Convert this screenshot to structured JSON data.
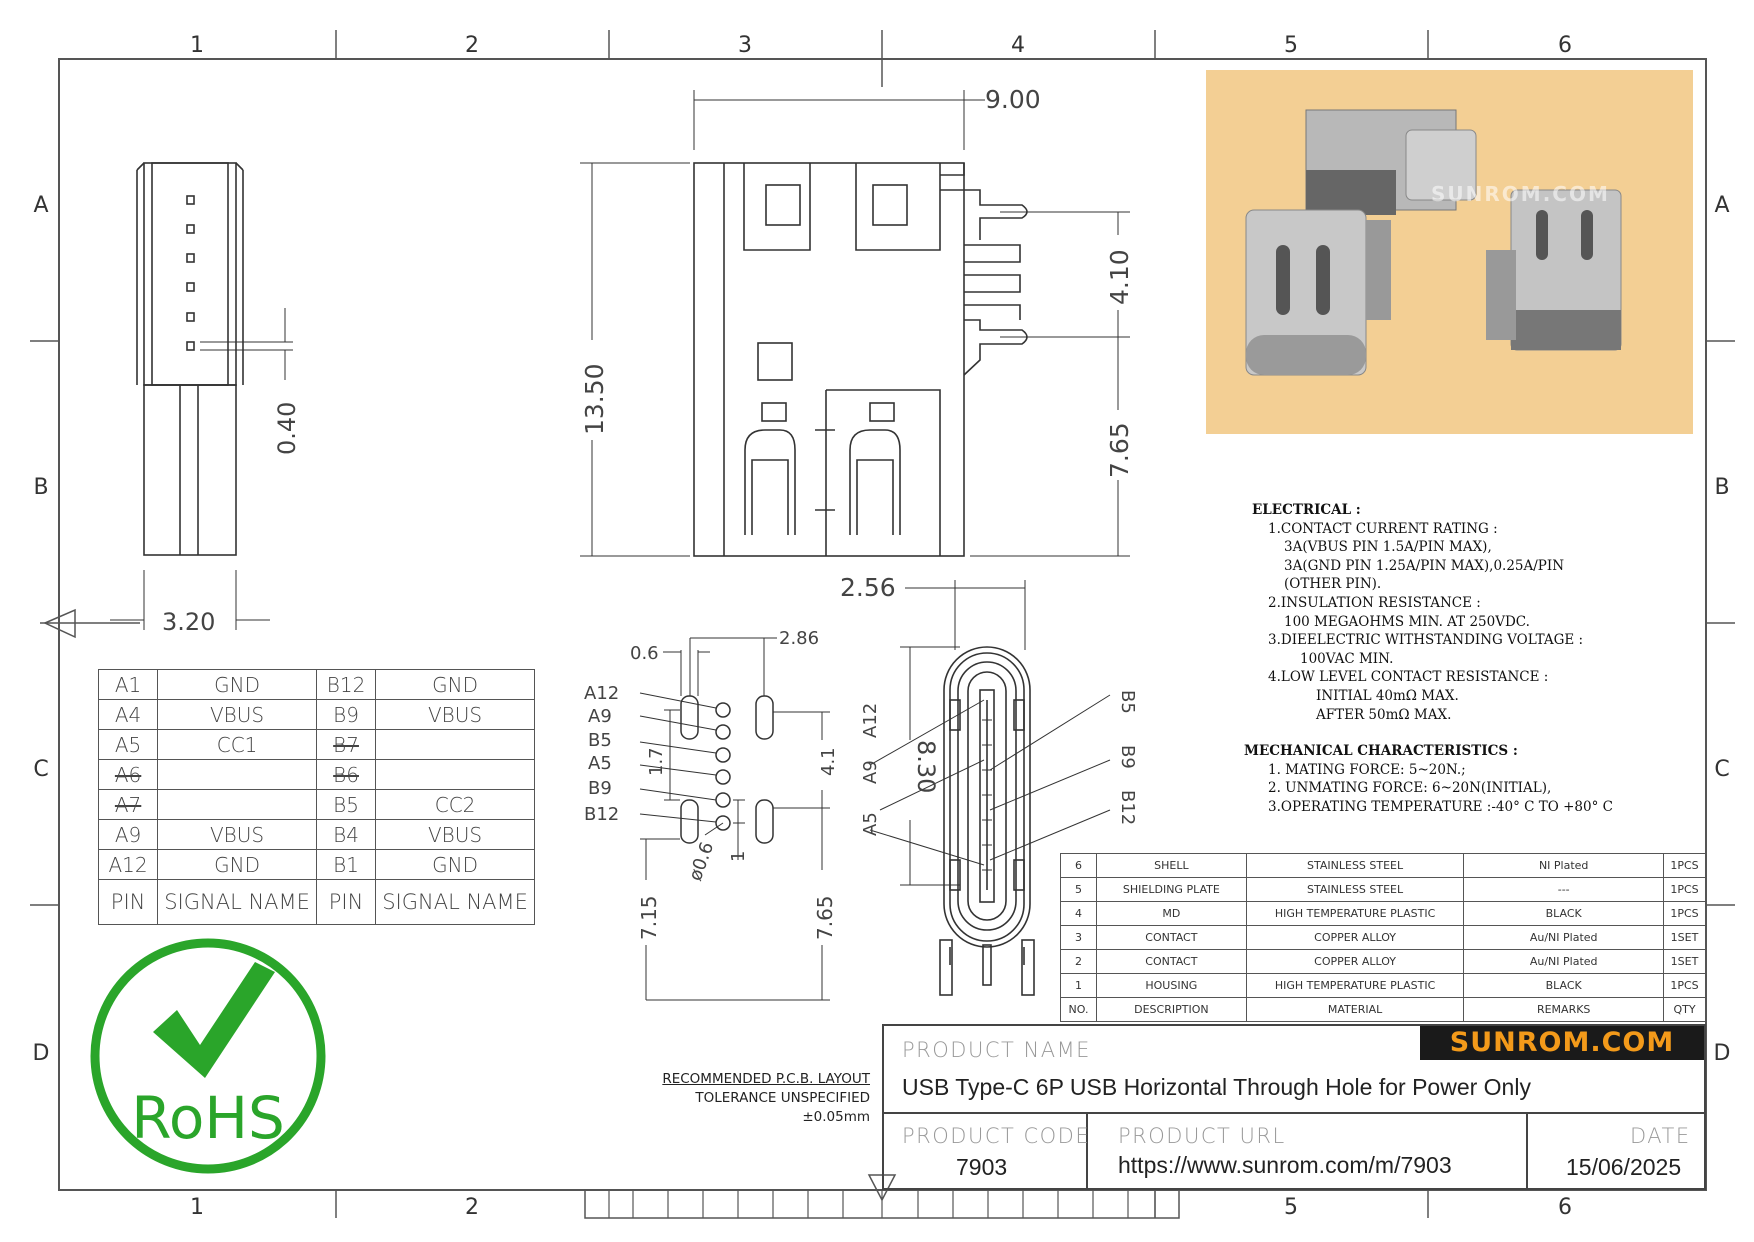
{
  "grid": {
    "columns": [
      "1",
      "2",
      "3",
      "4",
      "5",
      "6"
    ],
    "rows": [
      "A",
      "B",
      "C",
      "D"
    ]
  },
  "dimensions": {
    "side_width": "3.20",
    "side_pitch": "0.40",
    "top_width": "9.00",
    "height_total": "13.50",
    "pin_span": "4.10",
    "lower_height": "7.65",
    "front_width": "2.56",
    "front_height": "8.30",
    "pcb_pad_width": "0.6",
    "pcb_offset": "2.86",
    "pcb_pitch": "1.7",
    "pcb_span": "4.1",
    "pcb_hole": "ø0.6",
    "pcb_one": "1",
    "pcb_left_depth": "7.15",
    "pcb_right_depth": "7.65"
  },
  "pcb_labels": [
    "A12",
    "A9",
    "B5",
    "A5",
    "B9",
    "B12"
  ],
  "front_labels_left": [
    "A12",
    "A9",
    "A5"
  ],
  "front_labels_right": [
    "B5",
    "B9",
    "B12"
  ],
  "pin_table": {
    "rows": [
      {
        "p1": "A1",
        "s1": "GND",
        "p2": "B12",
        "s2": "GND",
        "x1": false,
        "x2": false
      },
      {
        "p1": "A4",
        "s1": "VBUS",
        "p2": "B9",
        "s2": "VBUS",
        "x1": false,
        "x2": false
      },
      {
        "p1": "A5",
        "s1": "CC1",
        "p2": "B7",
        "s2": "",
        "x1": false,
        "x2": true
      },
      {
        "p1": "A6",
        "s1": "",
        "p2": "B6",
        "s2": "",
        "x1": true,
        "x2": true
      },
      {
        "p1": "A7",
        "s1": "",
        "p2": "B5",
        "s2": "CC2",
        "x1": true,
        "x2": false
      },
      {
        "p1": "A9",
        "s1": "VBUS",
        "p2": "B4",
        "s2": "VBUS",
        "x1": false,
        "x2": false
      },
      {
        "p1": "A12",
        "s1": "GND",
        "p2": "B1",
        "s2": "GND",
        "x1": false,
        "x2": false
      }
    ],
    "header": {
      "p1": "PIN",
      "s1": "SIGNAL NAME",
      "p2": "PIN",
      "s2": "SIGNAL NAME"
    }
  },
  "notes": {
    "electrical_title": "ELECTRICAL :",
    "e1": "1.CONTACT CURRENT RATING :",
    "e1a": "3A(VBUS PIN 1.5A/PIN MAX),",
    "e1b": "3A(GND PIN 1.25A/PIN MAX),0.25A/PIN",
    "e1c": "(OTHER PIN).",
    "e2": "2.INSULATION RESISTANCE :",
    "e2a": "100 MEGAOHMS MIN. AT 250VDC.",
    "e3": "3.DIEELECTRIC WITHSTANDING VOLTAGE :",
    "e3a": "100VAC MIN.",
    "e4": "4.LOW LEVEL CONTACT RESISTANCE :",
    "e4a": "INITIAL 40mΩ MAX.",
    "e4b": "AFTER 50mΩ MAX.",
    "mech_title": "MECHANICAL CHARACTERISTICS :",
    "m1": "1. MATING FORCE: 5~20N.;",
    "m2": "2. UNMATING FORCE: 6~20N(INITIAL),",
    "m3": "3.OPERATING TEMPERATURE :-40° C TO +80° C"
  },
  "bom": {
    "rows": [
      {
        "no": "6",
        "desc": "SHELL",
        "mat": "STAINLESS STEEL",
        "rem": "NI Plated",
        "qty": "1PCS"
      },
      {
        "no": "5",
        "desc": "SHIELDING PLATE",
        "mat": "STAINLESS STEEL",
        "rem": "---",
        "qty": "1PCS"
      },
      {
        "no": "4",
        "desc": "MD",
        "mat": "HIGH TEMPERATURE PLASTIC",
        "rem": "BLACK",
        "qty": "1PCS"
      },
      {
        "no": "3",
        "desc": "CONTACT",
        "mat": "COPPER ALLOY",
        "rem": "Au/NI Plated",
        "qty": "1SET"
      },
      {
        "no": "2",
        "desc": "CONTACT",
        "mat": "COPPER ALLOY",
        "rem": "Au/NI Plated",
        "qty": "1SET"
      },
      {
        "no": "1",
        "desc": "HOUSING",
        "mat": "HIGH TEMPERATURE PLASTIC",
        "rem": "BLACK",
        "qty": "1PCS"
      }
    ],
    "header": {
      "no": "NO.",
      "desc": "DESCRIPTION",
      "mat": "MATERIAL",
      "rem": "REMARKS",
      "qty": "QTY"
    }
  },
  "pcb_note": {
    "line1": "RECOMMENDED  P.C.B. LAYOUT",
    "line2": "TOLERANCE UNSPECIFIED ±0.05mm"
  },
  "rohs": "RoHS",
  "title_block": {
    "brand": "SUNROM.COM",
    "product_name_label": "PRODUCT NAME",
    "product_name": "USB Type-C 6P USB Horizontal Through Hole for Power Only",
    "product_code_label": "PRODUCT CODE",
    "product_code": "7903",
    "product_url_label": "PRODUCT URL",
    "product_url": "https://www.sunrom.com/m/7903",
    "date_label": "DATE",
    "date": "15/06/2025"
  },
  "photo_watermark": "SUNROM.COM",
  "colors": {
    "rohs_green": "#2aa52a",
    "brand_orange": "#f39a1a",
    "photo_bg": "#f3cf94"
  }
}
